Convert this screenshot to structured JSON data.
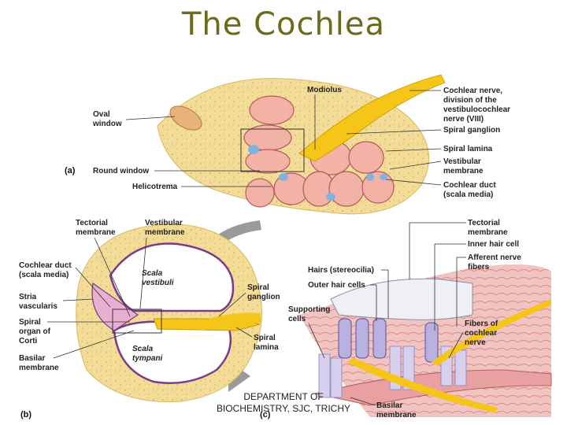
{
  "title": "The Cochlea",
  "footer": {
    "line1": "DEPARTMENT OF",
    "line2": "BIOCHEMISTRY, SJC, TRICHY"
  },
  "panels": {
    "a": "(a)",
    "b": "(b)",
    "c": "(c)"
  },
  "labels_a": {
    "oval_window_1": "Oval",
    "oval_window_2": "window",
    "round_window": "Round window",
    "helicotrema": "Helicotrema",
    "modiolus": "Modiolus",
    "cochlear_nerve_1": "Cochlear nerve,",
    "cochlear_nerve_2": "division of the",
    "cochlear_nerve_3": "vestibulocochlear",
    "cochlear_nerve_4": "nerve (VIII)",
    "spiral_ganglion": "Spiral ganglion",
    "spiral_lamina": "Spiral lamina",
    "vestibular_membrane_1": "Vestibular",
    "vestibular_membrane_2": "membrane",
    "cochlear_duct_1": "Cochlear duct",
    "cochlear_duct_2": "(scala media)"
  },
  "labels_b": {
    "tectorial_1": "Tectorial",
    "tectorial_2": "membrane",
    "vestibular_1": "Vestibular",
    "vestibular_2": "membrane",
    "cochlear_duct_1": "Cochlear duct",
    "cochlear_duct_2": "(scala media)",
    "stria_1": "Stria",
    "stria_2": "vascularis",
    "spiral_organ_1": "Spiral",
    "spiral_organ_2": "organ of",
    "spiral_organ_3": "Corti",
    "basilar_1": "Basilar",
    "basilar_2": "membrane",
    "scala_vestibuli_1": "Scala",
    "scala_vestibuli_2": "vestibuli",
    "scala_tympani_1": "Scala",
    "scala_tympani_2": "tympani",
    "spiral_ganglion_1": "Spiral",
    "spiral_ganglion_2": "ganglion",
    "spiral_lamina_1": "Spiral",
    "spiral_lamina_2": "lamina"
  },
  "labels_c": {
    "tectorial_1": "Tectorial",
    "tectorial_2": "membrane",
    "inner_hair_cell": "Inner hair cell",
    "afferent_1": "Afferent nerve",
    "afferent_2": "fibers",
    "hairs": "Hairs (stereocilia)",
    "outer_hair_cells": "Outer hair cells",
    "supporting_1": "Supporting",
    "supporting_2": "cells",
    "fibers_1": "Fibers of",
    "fibers_2": "cochlear",
    "fibers_3": "nerve",
    "basilar_1": "Basilar",
    "basilar_2": "membrane"
  },
  "colors": {
    "title": "#6b6b1a",
    "bone": "#f3dc98",
    "chamber": "#f2b3a6",
    "duct": "#7fb4e0",
    "nerve": "#f5c518",
    "arrow": "#9a9a9a",
    "hair_cell": "#b9b2e0",
    "tissue": "#e9a0a0"
  }
}
